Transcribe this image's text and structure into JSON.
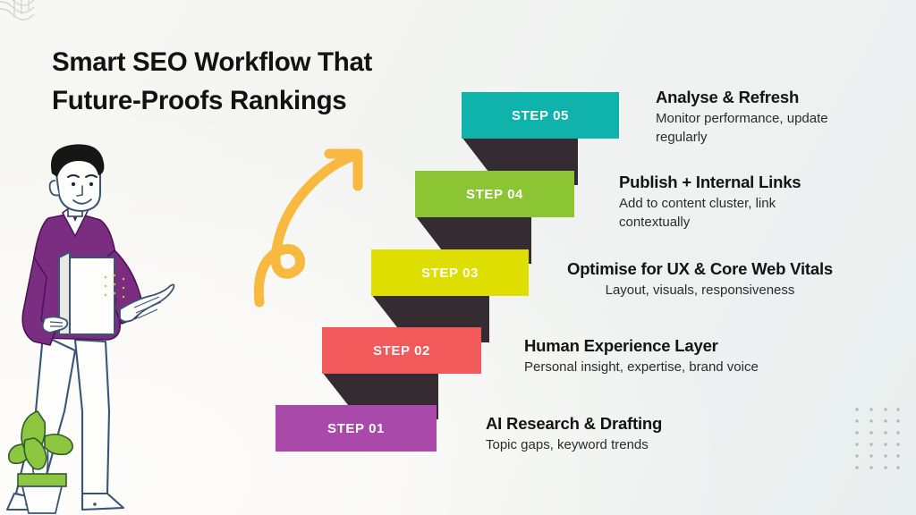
{
  "slide": {
    "title_line1": "Smart SEO Workflow That",
    "title_line2": "Future-Proofs Rankings",
    "background_color": "#f1f4f3",
    "connector_color": "#352b33",
    "heading_color": "#141414"
  },
  "decor": {
    "corner_waves_name": "wavy-lines-decoration",
    "dot_grid_name": "dot-grid-decoration",
    "arrow_name": "curved-upward-arrow",
    "arrow_color": "#f7b93f",
    "illustration_name": "man-with-clipboard-illustration",
    "shirt_color": "#7b2d82",
    "plant_name": "potted-plant-illustration",
    "plant_color": "#7bc043"
  },
  "steps": [
    {
      "id": "step-01",
      "label": "STEP 01",
      "color": "#a949a9",
      "heading": "AI Research & Drafting",
      "description": "Topic gaps, keyword trends"
    },
    {
      "id": "step-02",
      "label": "STEP 02",
      "color": "#f2595b",
      "heading": "Human Experience Layer",
      "description": "Personal insight, expertise, brand voice"
    },
    {
      "id": "step-03",
      "label": "STEP 03",
      "color": "#dede00",
      "heading": "Optimise for UX & Core Web Vitals",
      "description": "Layout, visuals, responsiveness"
    },
    {
      "id": "step-04",
      "label": "STEP 04",
      "color": "#8cc533",
      "heading": "Publish + Internal Links",
      "description": "Add to content cluster, link contextually"
    },
    {
      "id": "step-05",
      "label": "STEP 05",
      "color": "#0fb3ab",
      "heading": "Analyse & Refresh",
      "description": "Monitor performance, update regularly"
    }
  ]
}
